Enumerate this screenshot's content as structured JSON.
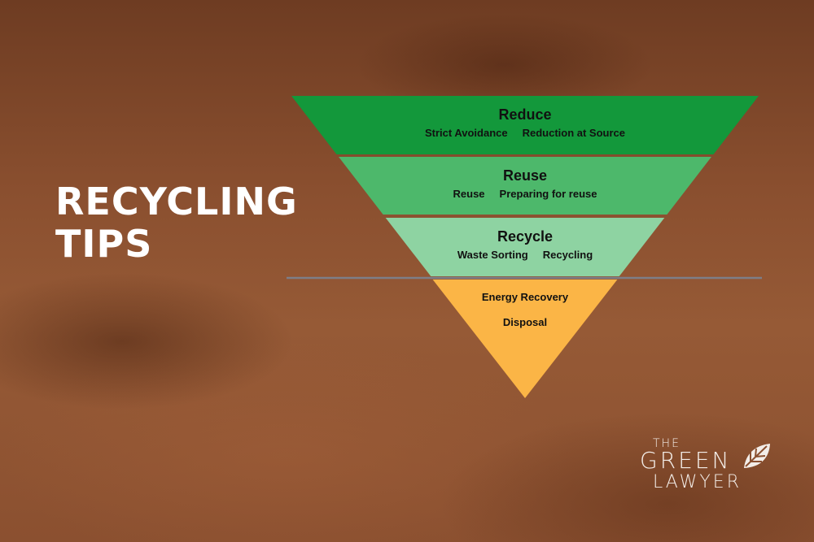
{
  "title": {
    "line1": "RECYCLING",
    "line2": "TIPS"
  },
  "pyramid": [
    {
      "heading": "Reduce",
      "items": [
        "Strict Avoidance",
        "Reduction at Source"
      ],
      "color": "#13983b"
    },
    {
      "heading": "Reuse",
      "items": [
        "Reuse",
        "Preparing for reuse"
      ],
      "color": "#4db86b"
    },
    {
      "heading": "Recycle",
      "items": [
        "Waste Sorting",
        "Recycling"
      ],
      "color": "#8ed3a2"
    },
    {
      "heading": "",
      "items": [
        "Energy Recovery",
        "Disposal"
      ],
      "color": "#fbb546"
    }
  ],
  "logo": {
    "line1": "THE",
    "line2": "GREEN",
    "line3": "LAWYER"
  }
}
